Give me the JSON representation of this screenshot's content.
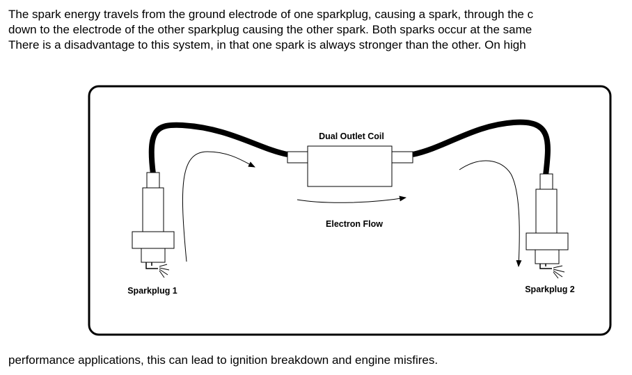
{
  "paragraph": {
    "lines": [
      "The spark energy travels from the ground electrode of one sparkplug, causing a spark, through the c",
      "down to the electrode of the other sparkplug causing the other spark.  Both sparks occur at the same",
      "There is a disadvantage to this system, in that one spark is always stronger than the other.  On high"
    ],
    "continuation": "performance applications, this can lead to ignition breakdown and engine misfires."
  },
  "diagram": {
    "coil_label": "Dual Outlet Coil",
    "flow_label": "Electron Flow",
    "plug1_label": "Sparkplug 1",
    "plug2_label": "Sparkplug 2",
    "line_color": "#000000",
    "background_color": "#ffffff"
  }
}
